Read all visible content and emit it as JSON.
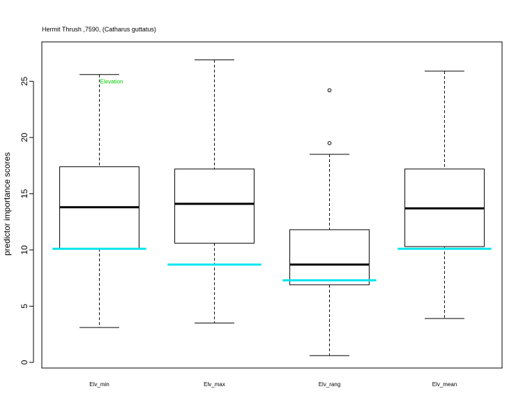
{
  "chart_data": {
    "type": "boxplot",
    "title": "Hermit Thrush ,7590, (Catharus guttatus)",
    "xlabel": "",
    "ylabel": "predictor importance scores",
    "ylim": [
      -0.5,
      28.5
    ],
    "yticks": [
      "0",
      "5",
      "10",
      "15",
      "20",
      "25"
    ],
    "categories": [
      "Elv_min",
      "Elv_max",
      "Elv_rang",
      "Elv_mean"
    ],
    "boxes": [
      {
        "whisker_low": 3.1,
        "q1": 10.1,
        "median": 13.8,
        "q3": 17.4,
        "whisker_high": 25.6,
        "outliers": []
      },
      {
        "whisker_low": 3.5,
        "q1": 10.6,
        "median": 14.1,
        "q3": 17.2,
        "whisker_high": 26.9,
        "outliers": []
      },
      {
        "whisker_low": 0.6,
        "q1": 6.9,
        "median": 8.7,
        "q3": 11.8,
        "whisker_high": 18.5,
        "outliers": [
          19.5,
          24.2
        ]
      },
      {
        "whisker_low": 3.9,
        "q1": 10.3,
        "median": 13.7,
        "q3": 17.2,
        "whisker_high": 25.9,
        "outliers": []
      }
    ],
    "reference_lines": [
      10.1,
      8.7,
      7.3,
      10.1
    ],
    "annotation": {
      "text": "Elevation",
      "x_category": 0,
      "y": 25.0
    },
    "colors": {
      "box": "#000000",
      "median": "#000000",
      "reference": "#00e5ee",
      "annotation": "#00cc00"
    },
    "grid": false
  }
}
